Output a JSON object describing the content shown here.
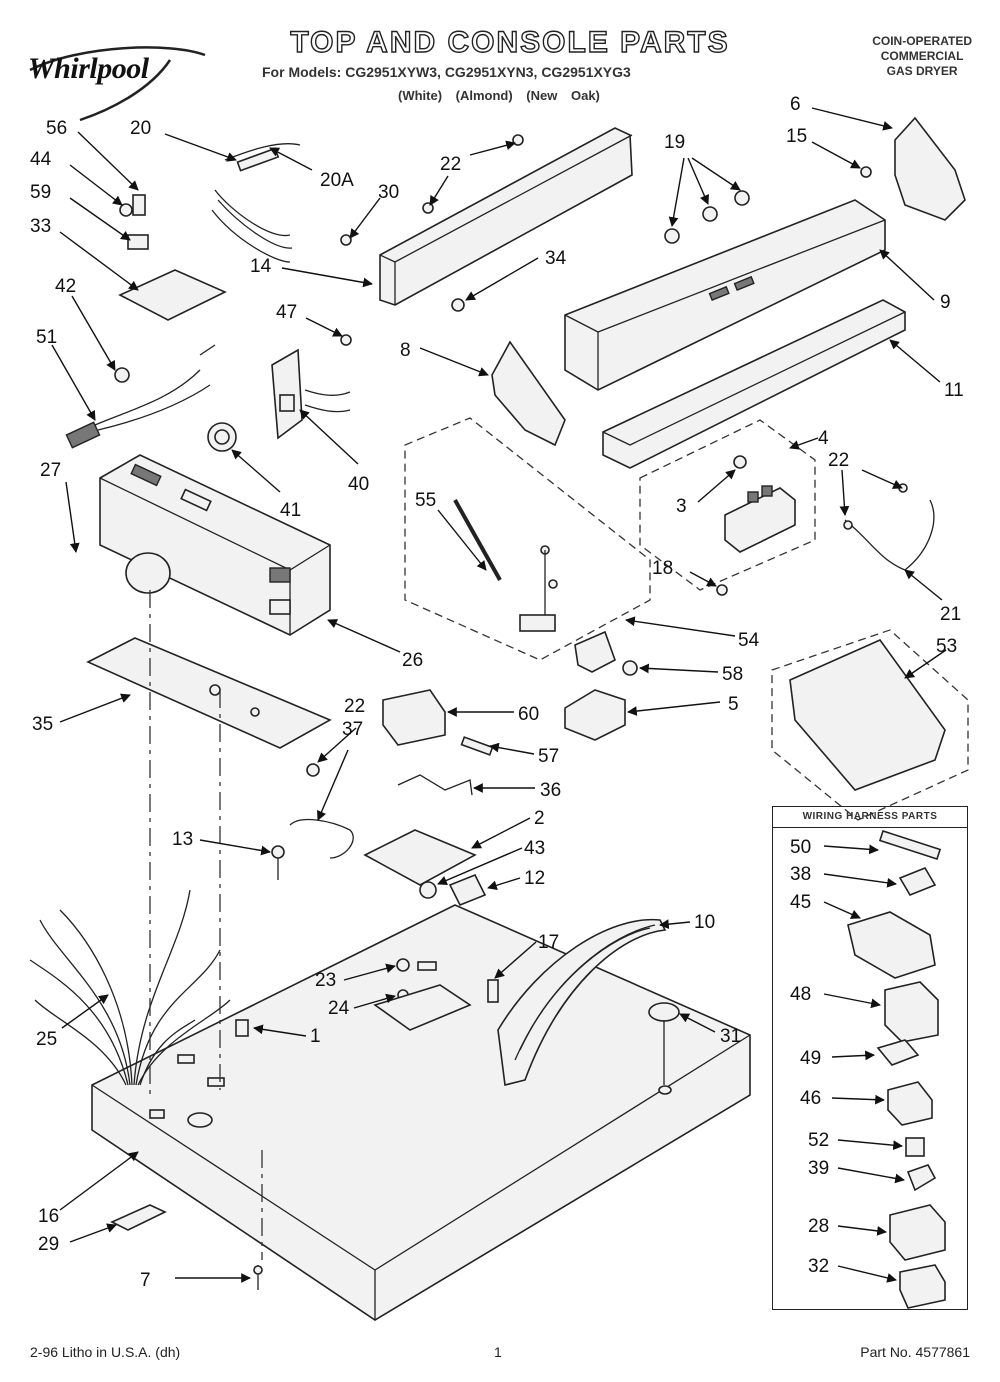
{
  "header": {
    "brand": "Whirlpool",
    "title": "TOP AND CONSOLE PARTS",
    "models": "For Models: CG2951XYW3, CG2951XYN3, CG2951XYG3",
    "model_colors": "(White) (Almond) (New Oak)",
    "product_type": [
      "COIN-OPERATED",
      "COMMERCIAL",
      "GAS DRYER"
    ]
  },
  "kit": {
    "title": "WIRING HARNESS PARTS"
  },
  "callouts": [
    "56",
    "20",
    "44",
    "59",
    "33",
    "42",
    "51",
    "27",
    "20A",
    "30",
    "22",
    "14",
    "47",
    "34",
    "8",
    "40",
    "41",
    "55",
    "26",
    "35",
    "22",
    "37",
    "13",
    "25",
    "23",
    "24",
    "1",
    "16",
    "29",
    "7",
    "19",
    "6",
    "15",
    "9",
    "11",
    "4",
    "3",
    "22",
    "18",
    "21",
    "54",
    "58",
    "5",
    "53",
    "60",
    "57",
    "36",
    "2",
    "43",
    "12",
    "17",
    "10",
    "31",
    "50",
    "38",
    "45",
    "48",
    "49",
    "46",
    "52",
    "39",
    "28",
    "32"
  ],
  "footer": {
    "left": "2-96 Litho in U.S.A. (dh)",
    "page": "1",
    "right": "Part No. 4577861"
  }
}
